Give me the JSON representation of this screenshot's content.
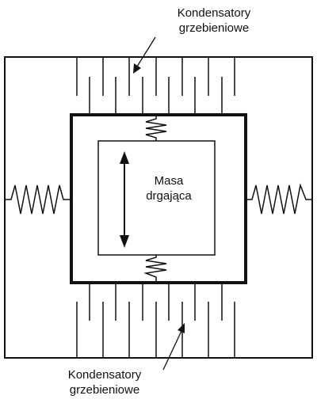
{
  "labels": {
    "comb_top": [
      "Kondensatory",
      "grzebieniowe"
    ],
    "comb_bottom": [
      "Kondensatory",
      "grzebieniowe"
    ],
    "mass": [
      "Masa",
      "drgająca"
    ]
  },
  "colors": {
    "stroke": "#111111",
    "background": "#ffffff"
  }
}
